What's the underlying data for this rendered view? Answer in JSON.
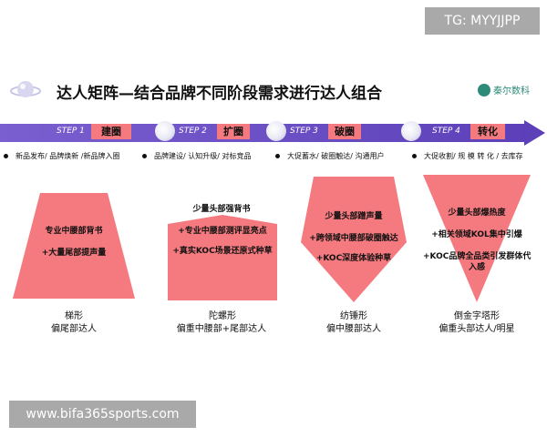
{
  "watermark_top": "TG: MYYJJPP",
  "watermark_bottom": "www.bifa365sports.com",
  "title": "达人矩阵—结合品牌不同阶段需求进行达人组合",
  "logo_text": "秦尔数科",
  "colors": {
    "accent": "#f57a7f",
    "arrow": "#6b4fc4",
    "shape": "#f57a7f"
  },
  "steps": [
    {
      "step": "STEP 1",
      "stage": "建圈"
    },
    {
      "step": "STEP 2",
      "stage": "扩圈"
    },
    {
      "step": "STEP 3",
      "stage": "破圈"
    },
    {
      "step": "STEP 4",
      "stage": "转化"
    }
  ],
  "bullets": [
    "新品发布/ 品牌焕新 /新品牌入圈",
    "品牌建设/ 认知升级/ 对标竞品",
    "大促蓄水/ 破圈触达/ 沟通用户",
    "大促收割/ 规 模 转 化 / 去库存"
  ],
  "shapes": [
    {
      "lines": [
        "专业中腰部背书",
        "+大量尾部提声量"
      ],
      "caption_1": "梯形",
      "caption_2": "偏尾部达人"
    },
    {
      "top_label": "少量头部强背书",
      "lines": [
        "+专业中腰部测评显亮点",
        "+真实KOC场景还原式种草"
      ],
      "caption_1": "陀螺形",
      "caption_2": "偏重中腰部+尾部达人"
    },
    {
      "lines": [
        "少量头部蹭声量",
        "+跨领域中腰部破圈触达",
        "+KOC深度体验种草"
      ],
      "caption_1": "纺锤形",
      "caption_2": "偏中腰部达人"
    },
    {
      "lines": [
        "少量头部爆热度",
        "+相关领域KOL集中引爆",
        "+KOC品牌全品类引发群体代",
        "入感"
      ],
      "caption_1": "倒金字塔形",
      "caption_2": "偏重头部达人/明星"
    }
  ]
}
